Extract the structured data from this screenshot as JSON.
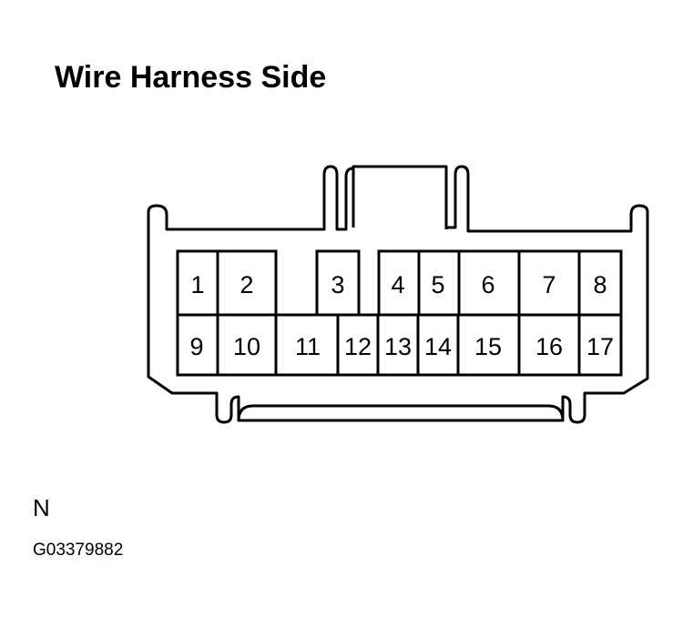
{
  "title": "Wire Harness Side",
  "pins": [
    "1",
    "2",
    "3",
    "4",
    "5",
    "6",
    "7",
    "8",
    "9",
    "10",
    "11",
    "12",
    "13",
    "14",
    "15",
    "16",
    "17"
  ],
  "note": "N",
  "figure_code": "G03379882",
  "colors": {
    "line": "#000000",
    "background": "#ffffff"
  }
}
